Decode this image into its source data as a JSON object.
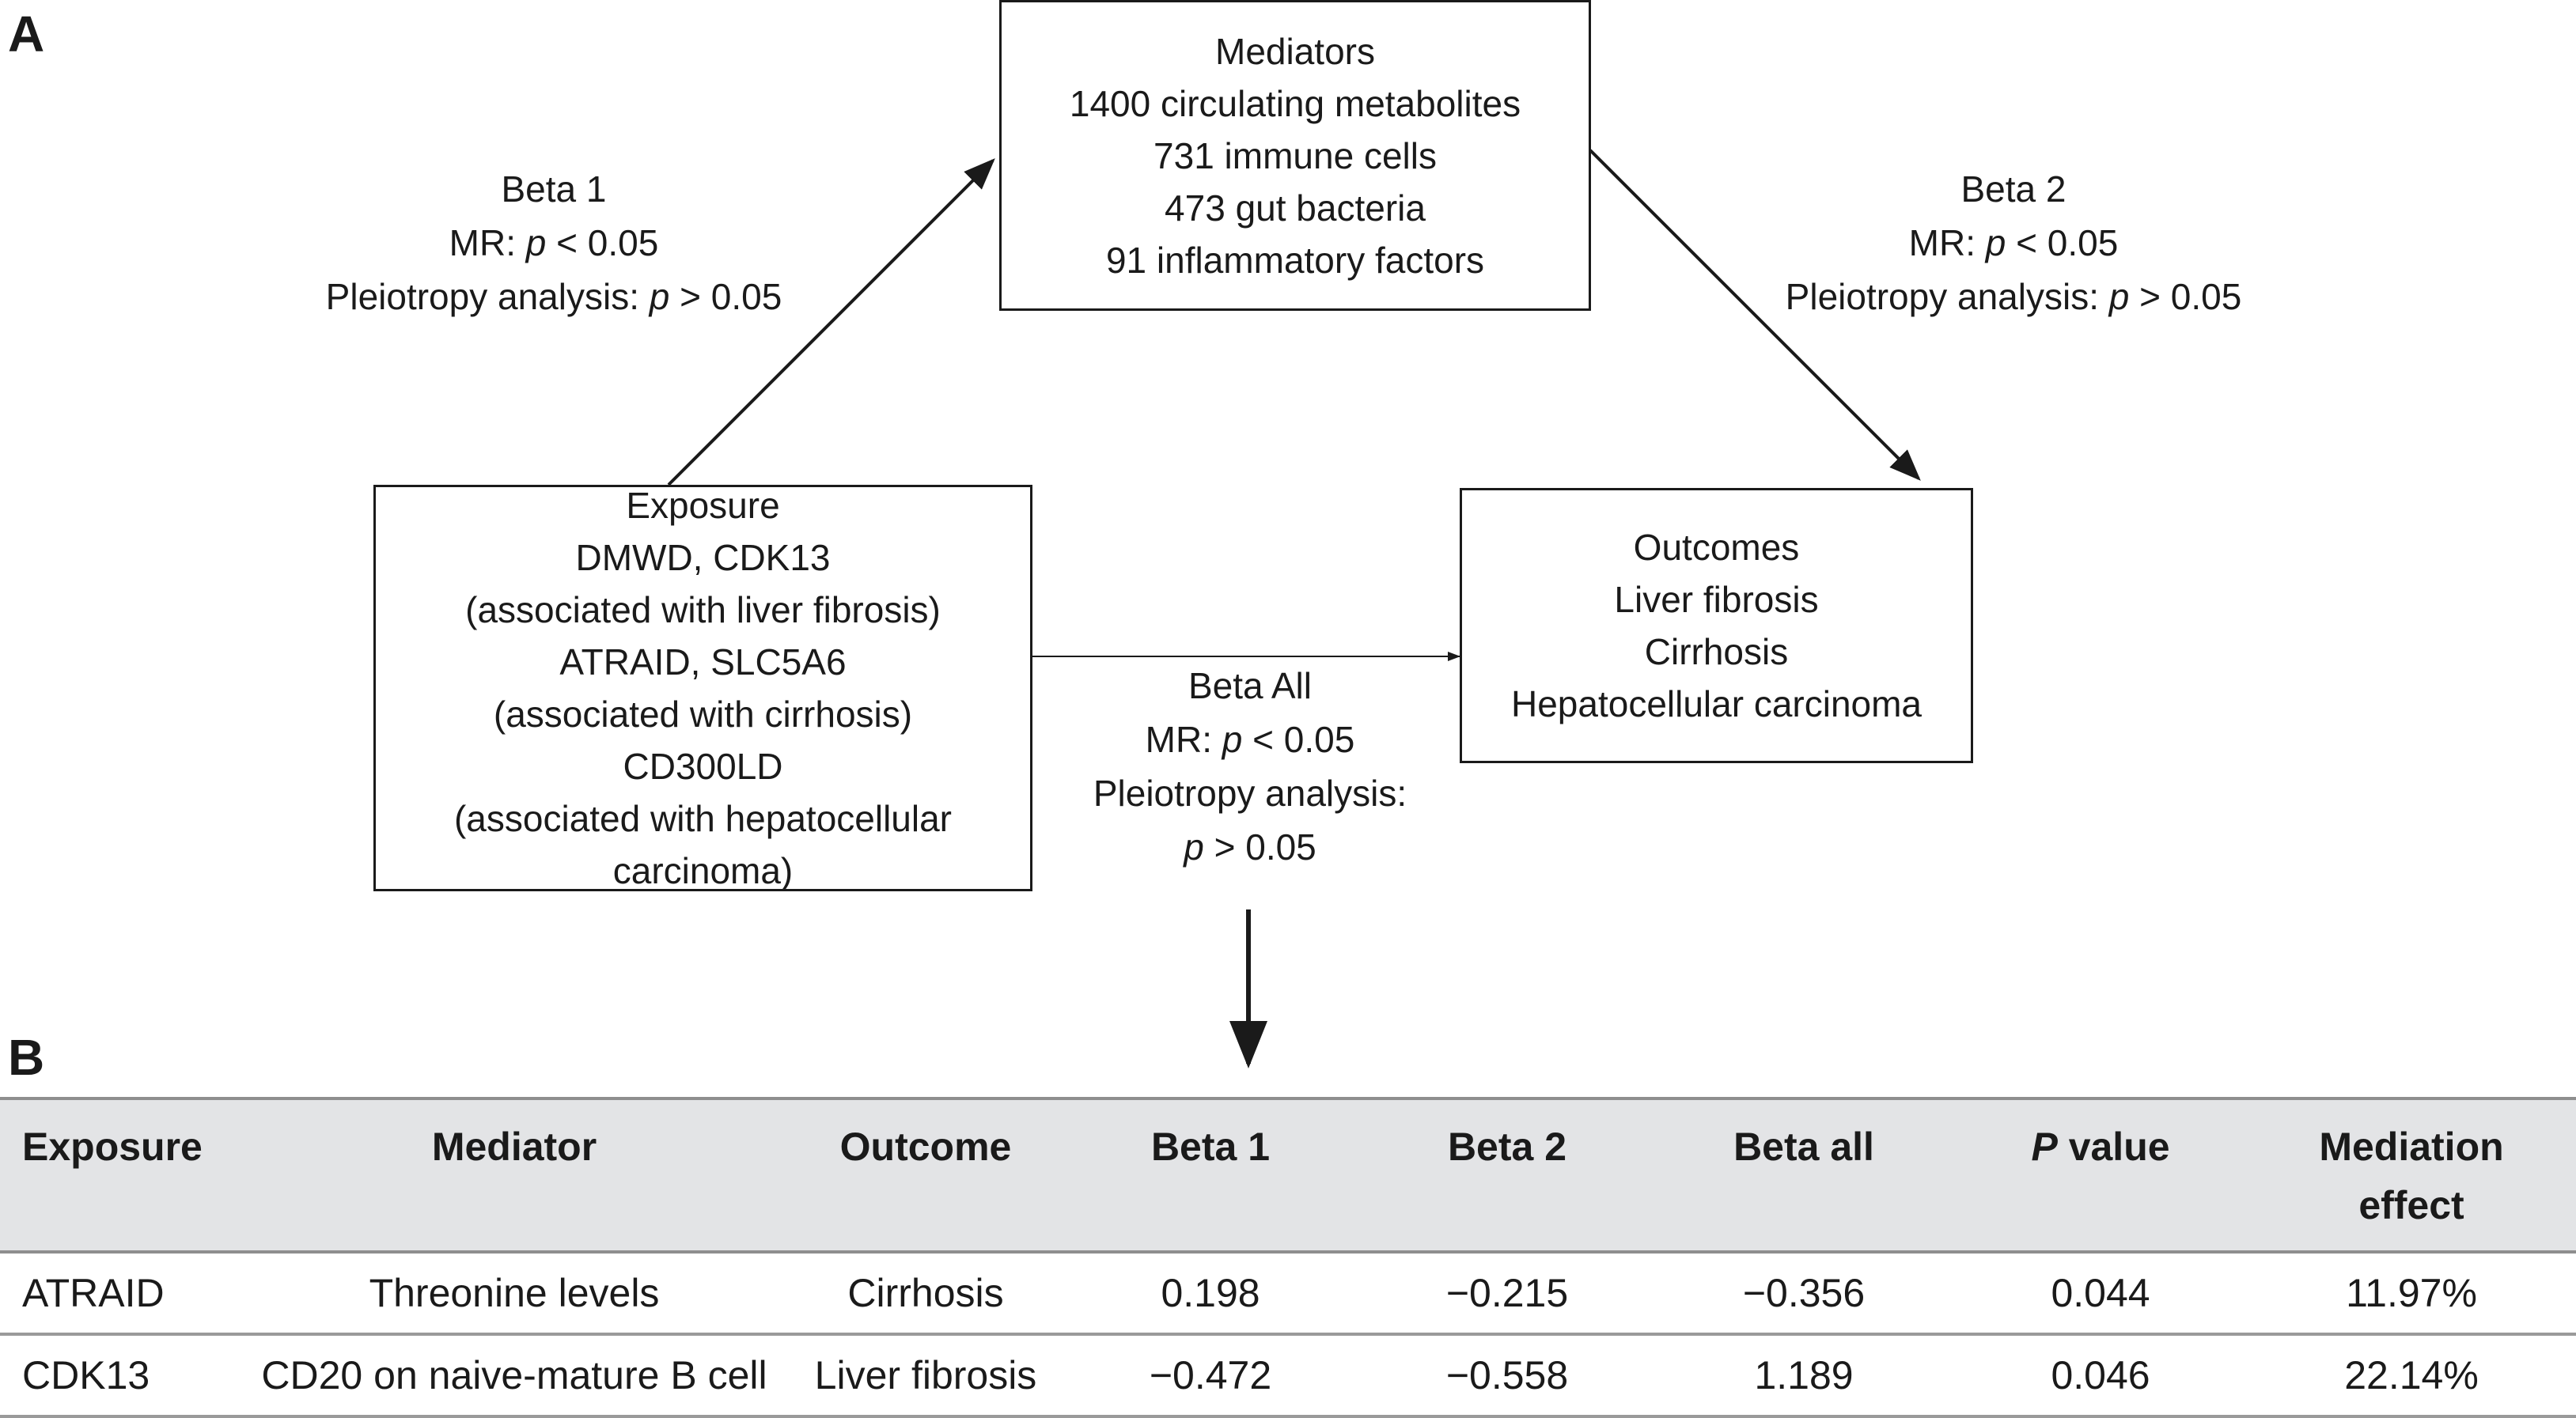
{
  "panel_a": "A",
  "panel_b": "B",
  "mediators_box": {
    "title": "Mediators",
    "lines": [
      "1400 circulating metabolites",
      "731 immune cells",
      "473 gut bacteria",
      "91 inflammatory factors"
    ]
  },
  "exposure_box": {
    "title": "Exposure",
    "lines": [
      "DMWD, CDK13",
      "(associated with liver fibrosis)",
      "ATRAID, SLC5A6",
      "(associated with cirrhosis)",
      "CD300LD",
      "(associated with hepatocellular carcinoma)"
    ]
  },
  "outcomes_box": {
    "title": "Outcomes",
    "lines": [
      "Liver fibrosis",
      "Cirrhosis",
      "Hepatocellular carcinoma"
    ]
  },
  "beta1": {
    "title": "Beta 1",
    "mr_prefix": "MR: ",
    "p": "p",
    "mr_suffix": " < 0.05",
    "pleio_prefix": "Pleiotropy analysis: ",
    "pleio_suffix": " > 0.05"
  },
  "beta2": {
    "title": "Beta 2",
    "mr_prefix": "MR: ",
    "p": "p",
    "mr_suffix": " < 0.05",
    "pleio_prefix": "Pleiotropy analysis: ",
    "pleio_suffix": " > 0.05"
  },
  "beta_all": {
    "title": "Beta All",
    "mr_prefix": "MR: ",
    "p": "p",
    "mr_suffix": " < 0.05",
    "pleio_line": "Pleiotropy analysis:",
    "pleio_suffix": " > 0.05"
  },
  "table": {
    "headers": {
      "exposure": "Exposure",
      "mediator": "Mediator",
      "outcome": "Outcome",
      "beta1": "Beta 1",
      "beta2": "Beta 2",
      "beta_all": "Beta all",
      "p_italic": "P",
      "p_rest": " value",
      "mediation_1": "Mediation",
      "mediation_2": "effect"
    },
    "rows": [
      {
        "exposure": "ATRAID",
        "mediator": "Threonine levels",
        "outcome": "Cirrhosis",
        "beta1": "0.198",
        "beta2": "−0.215",
        "beta_all": "−0.356",
        "p_value": "0.044",
        "mediation_effect": "11.97%"
      },
      {
        "exposure": "CDK13",
        "mediator": "CD20 on naive-mature B cell",
        "outcome": "Liver fibrosis",
        "beta1": "−0.472",
        "beta2": "−0.558",
        "beta_all": "1.189",
        "p_value": "0.046",
        "mediation_effect": "22.14%"
      }
    ]
  }
}
